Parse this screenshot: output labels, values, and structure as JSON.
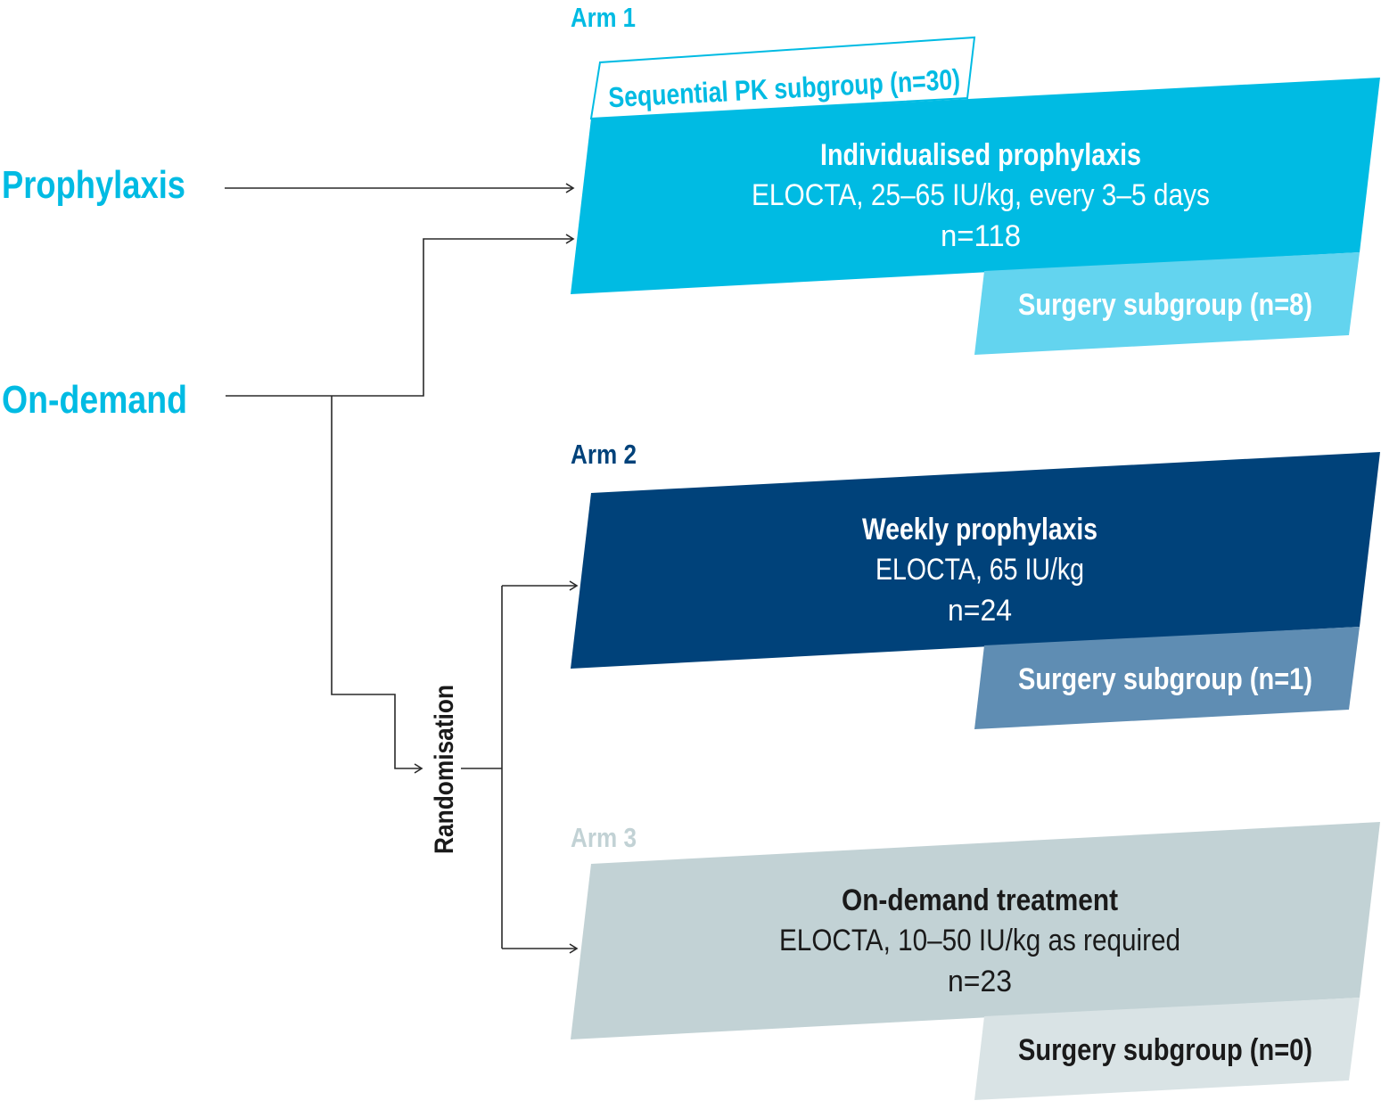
{
  "left_labels": {
    "prophylaxis": "Prophylaxis",
    "on_demand": "On-demand"
  },
  "randomisation": "Randomisation",
  "arms": [
    {
      "label": "Arm 1",
      "pk_subgroup": "Sequential PK subgroup (n=30)",
      "title": "Individualised prophylaxis",
      "dose": "ELOCTA, 25–65 IU/kg, every 3–5 days",
      "n": "n=118",
      "surgery": "Surgery subgroup (n=8)"
    },
    {
      "label": "Arm 2",
      "title": "Weekly prophylaxis",
      "dose": "ELOCTA, 65 IU/kg",
      "n": "n=24",
      "surgery": "Surgery subgroup (n=1)"
    },
    {
      "label": "Arm 3",
      "title": "On-demand treatment",
      "dose": "ELOCTA, 10–50 IU/kg as required",
      "n": "n=23",
      "surgery": "Surgery subgroup (n=0)"
    }
  ],
  "colors": {
    "arm1": "#00bbe3",
    "arm1_surgery": "#63d4ef",
    "arm2": "#00427a",
    "arm2_surgery": "#5f8db3",
    "arm3": "#c2d2d5",
    "arm3_surgery": "#d9e3e5"
  }
}
